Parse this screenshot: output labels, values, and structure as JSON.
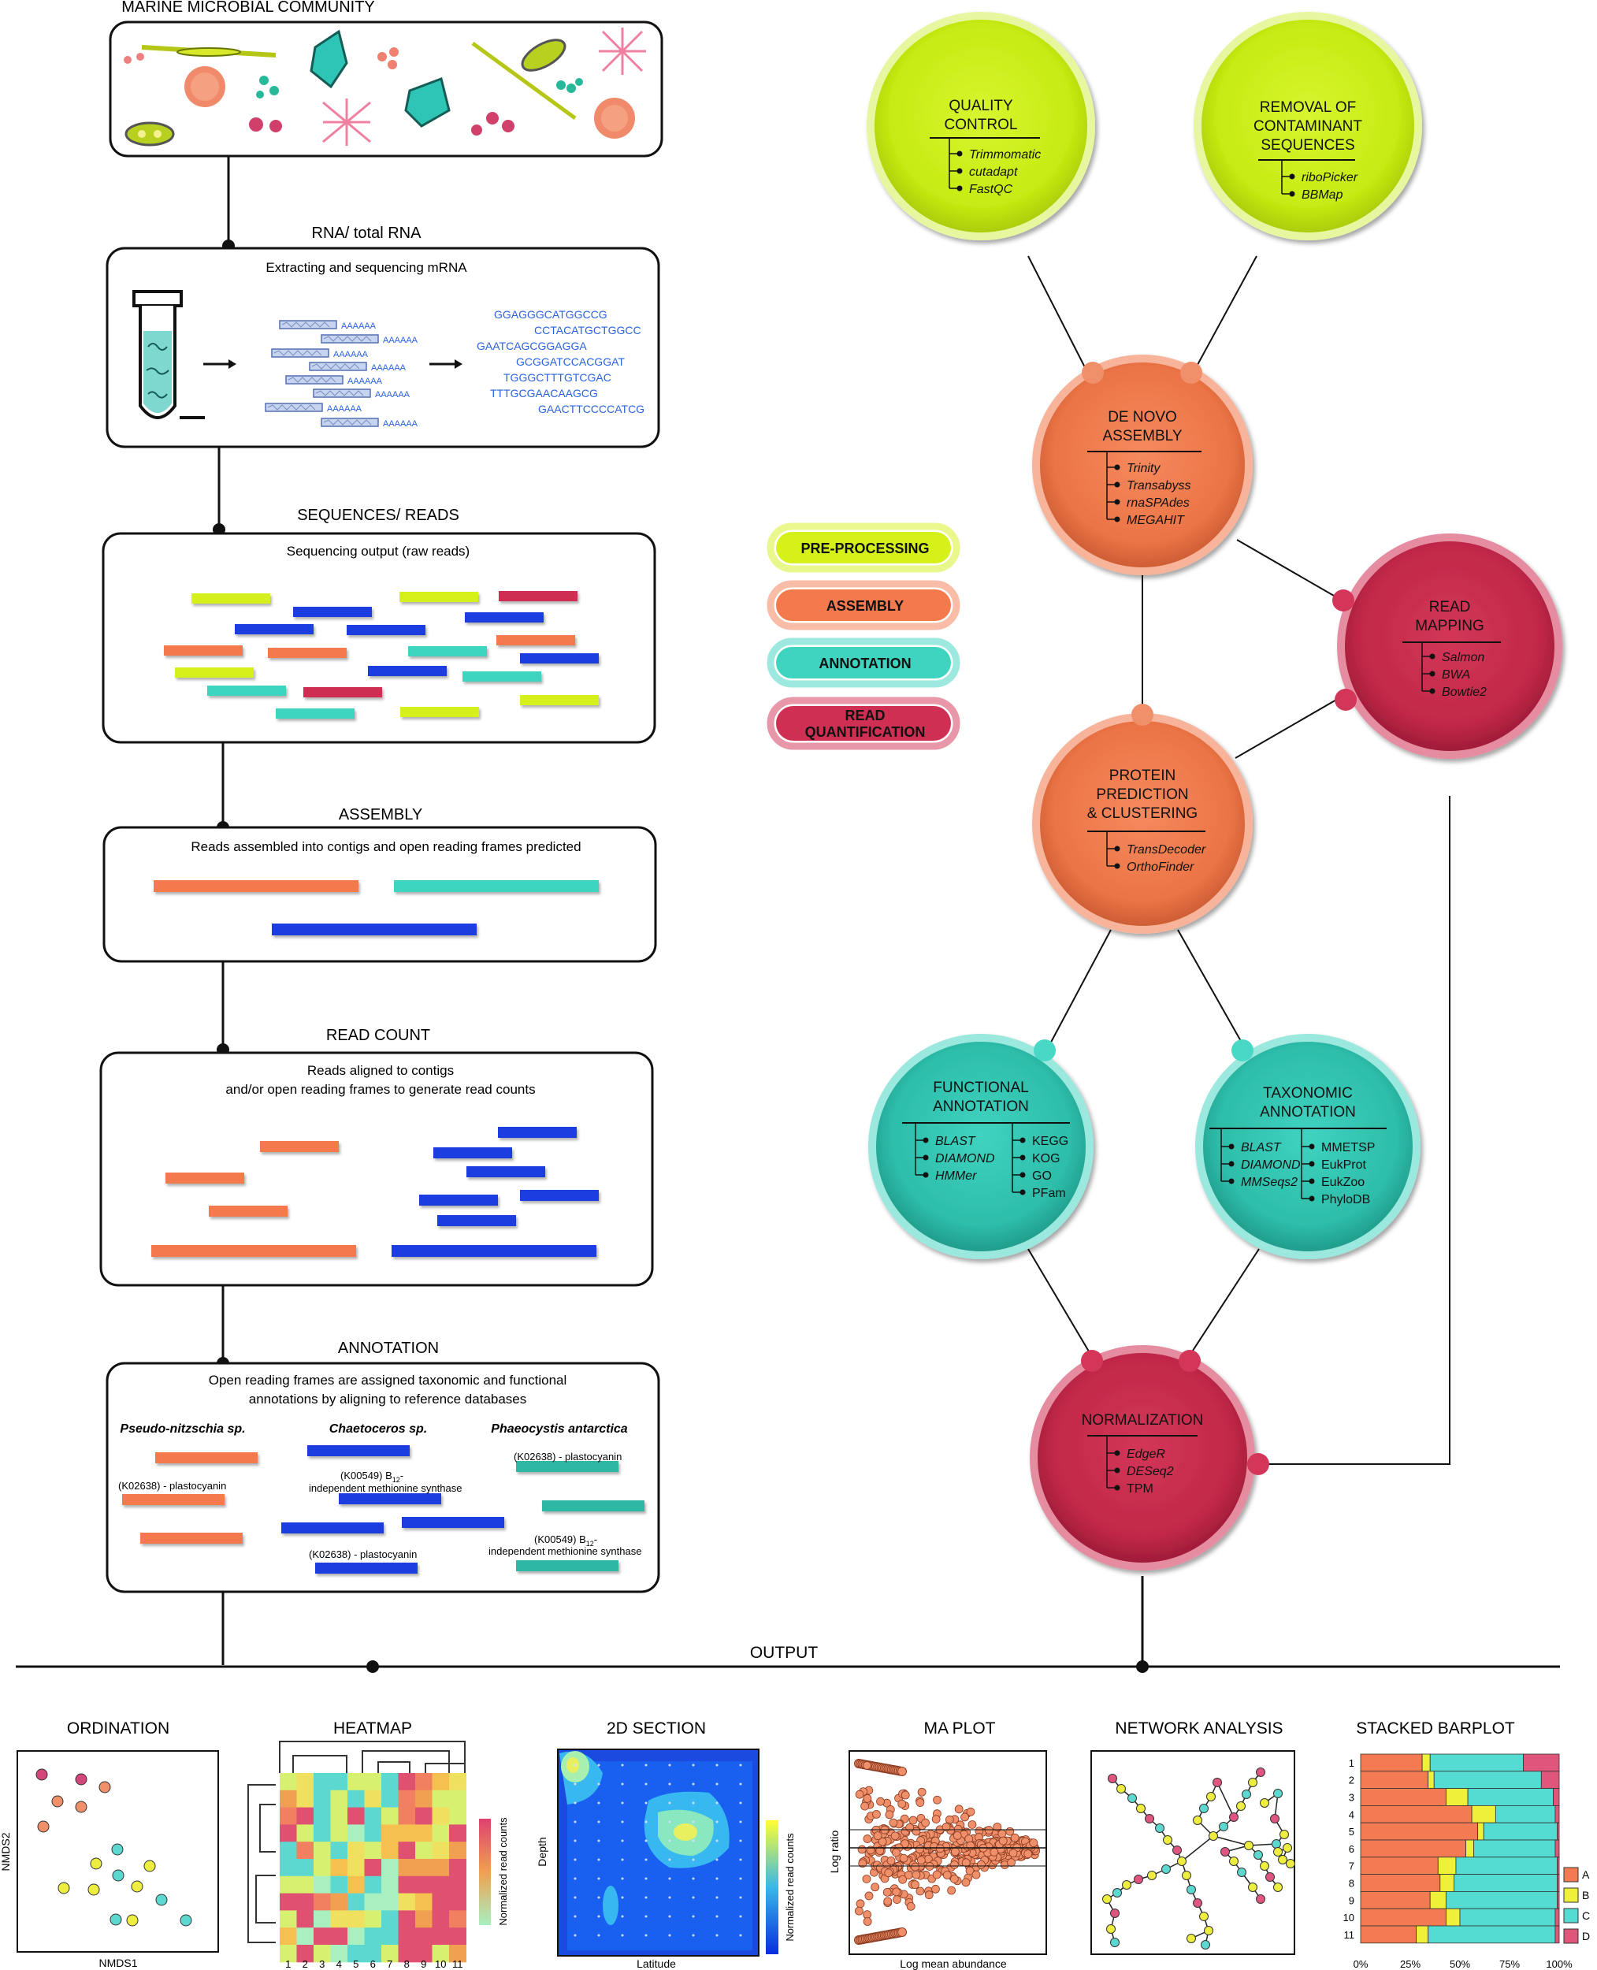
{
  "workflow": [
    {
      "title": "MARINE MICROBIAL COMMUNITY",
      "subtitle": ""
    },
    {
      "title": "RNA/ total RNA",
      "subtitle": "Extracting and sequencing mRNA",
      "reads_tail": [
        "AAAAAA",
        "AAAAAA",
        "AAAAAA",
        "AAAAAA",
        "AAAAAA",
        "AAAAAA",
        "AAAAAA",
        "AAAAAA"
      ],
      "sequences": [
        "GGAGGGCATGGCCG",
        "CCTACATGCTGGCC",
        "GAATCAGCGGAGGA",
        "GCGGATCCACGGAT",
        "TGGGCTTTGTCGAC",
        "TTTGCGAACAAGCG",
        "GAACTTCCCCATCG"
      ]
    },
    {
      "title": "SEQUENCES/ READS",
      "subtitle": "Sequencing output (raw reads)"
    },
    {
      "title": "ASSEMBLY",
      "subtitle": "Reads assembled into contigs and open reading frames predicted"
    },
    {
      "title": "READ COUNT",
      "subtitle_line1": "Reads aligned to contigs",
      "subtitle_line2": "and/or open reading frames to generate read counts"
    },
    {
      "title": "ANNOTATION",
      "subtitle_line1": "Open reading frames are assigned taxonomic and functional",
      "subtitle_line2": "annotations by aligning to reference databases",
      "taxa": [
        "Pseudo-nitzschia sp.",
        "Chaetoceros sp.",
        "Phaeocystis antarctica"
      ],
      "labels": {
        "plasto_left": "(K02638) - plastocyanin",
        "meth_mid_a": "(K00549) B",
        "meth_mid_sub": "12",
        "meth_mid_b": "-",
        "meth_mid_c": "independent methionine synthase",
        "plasto_mid": "(K02638) - plastocyanin",
        "plasto_right": "(K02638) - plastocyanin",
        "meth_right_a": "(K00549) B",
        "meth_right_sub": "12",
        "meth_right_b": "-",
        "meth_right_c": "independent methionine synthase"
      }
    }
  ],
  "output_label": "OUTPUT",
  "legend": [
    {
      "label": "PRE-PROCESSING",
      "color": "#d6f01a"
    },
    {
      "label": "ASSEMBLY",
      "color": "#f47a4e"
    },
    {
      "label": "ANNOTATION",
      "color": "#3ed4c0"
    },
    {
      "label": "READ",
      "label2": "QUANTIFICATION",
      "color": "#cf2f52"
    }
  ],
  "nodes": [
    {
      "id": "qc",
      "title": [
        "QUALITY",
        "CONTROL"
      ],
      "tools": [
        "Trimmomatic",
        "cutadapt",
        "FastQC"
      ],
      "color": "#c8ec1a"
    },
    {
      "id": "rc",
      "title": [
        "REMOVAL OF",
        "CONTAMINANT",
        "SEQUENCES"
      ],
      "tools": [
        "riboPicker",
        "BBMap"
      ],
      "color": "#c8ec1a"
    },
    {
      "id": "dn",
      "title": [
        "DE NOVO",
        "ASSEMBLY"
      ],
      "tools": [
        "Trinity",
        "Transabyss",
        "rnaSPAdes",
        "MEGAHIT"
      ],
      "color": "#ef7a4c"
    },
    {
      "id": "rm",
      "title": [
        "READ",
        "MAPPING"
      ],
      "tools": [
        "Salmon",
        "BWA",
        "Bowtie2"
      ],
      "color": "#c62a4b"
    },
    {
      "id": "pp",
      "title": [
        "PROTEIN",
        "PREDICTION",
        "& CLUSTERING"
      ],
      "tools": [
        "TransDecoder",
        "OrthoFinder"
      ],
      "color": "#ef7a4c"
    },
    {
      "id": "fa",
      "title": [
        "FUNCTIONAL",
        "ANNOTATION"
      ],
      "tools": [
        "BLAST",
        "DIAMOND",
        "HMMer"
      ],
      "tools2": [
        "KEGG",
        "KOG",
        "GO",
        "PFam"
      ],
      "color": "#2fc1ae"
    },
    {
      "id": "ta",
      "title": [
        "TAXONOMIC",
        "ANNOTATION"
      ],
      "tools": [
        "BLAST",
        "DIAMOND",
        "MMSeqs2"
      ],
      "tools2": [
        "MMETSP",
        "EukProt",
        "EukZoo",
        "PhyloDB"
      ],
      "color": "#2fc1ae"
    },
    {
      "id": "nm",
      "title": [
        "NORMALIZATION"
      ],
      "tools": [
        "EdgeR",
        "DESeq2",
        "TPM"
      ],
      "color": "#c62a4b"
    }
  ],
  "outputs": [
    {
      "title": "ORDINATION",
      "xlabel": "NMDS1",
      "ylabel": "NMDS2"
    },
    {
      "title": "HEATMAP",
      "colorbar": "Normalized read counts",
      "xticks": [
        "1",
        "2",
        "3",
        "4",
        "5",
        "6",
        "7",
        "8",
        "9",
        "10",
        "11"
      ]
    },
    {
      "title": "2D SECTION",
      "xlabel": "Latitude",
      "ylabel": "Depth",
      "colorbar": "Normalized read counts"
    },
    {
      "title": "MA PLOT",
      "xlabel": "Log mean abundance",
      "ylabel": "Log ratio"
    },
    {
      "title": "NETWORK ANALYSIS"
    },
    {
      "title": "STACKED BARPLOT",
      "yticks": [
        "1",
        "2",
        "3",
        "4",
        "5",
        "6",
        "7",
        "8",
        "9",
        "10",
        "11"
      ],
      "xticks": [
        "0%",
        "25%",
        "50%",
        "75%",
        "100%"
      ],
      "legend": [
        "A",
        "B",
        "C",
        "D"
      ],
      "colors": {
        "A": "#f47a52",
        "B": "#eef03a",
        "C": "#54dcd2",
        "D": "#e0557a"
      },
      "rows": [
        [
          0.31,
          0.04,
          0.47,
          0.18
        ],
        [
          0.34,
          0.03,
          0.54,
          0.09
        ],
        [
          0.43,
          0.11,
          0.43,
          0.03
        ],
        [
          0.56,
          0.12,
          0.3,
          0.02
        ],
        [
          0.59,
          0.03,
          0.37,
          0.01
        ],
        [
          0.53,
          0.04,
          0.41,
          0.02
        ],
        [
          0.39,
          0.09,
          0.51,
          0.01
        ],
        [
          0.4,
          0.07,
          0.52,
          0.01
        ],
        [
          0.35,
          0.08,
          0.56,
          0.01
        ],
        [
          0.43,
          0.07,
          0.48,
          0.02
        ],
        [
          0.28,
          0.06,
          0.64,
          0.02
        ]
      ]
    }
  ]
}
